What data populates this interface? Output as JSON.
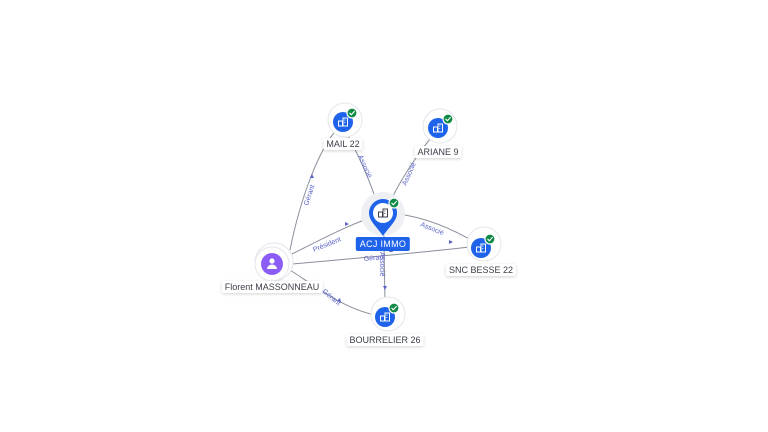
{
  "graph": {
    "center": "ACJ IMMO",
    "person": "Florent MASSONNEAU",
    "companies": [
      "MAIL 22",
      "ARIANE 9",
      "SNC BESSE 22",
      "BOURRELIER 26"
    ],
    "relations": {
      "gerant1": "Gérant",
      "president": "Président",
      "gerant2": "Gérant",
      "gerant3": "Gérant",
      "associe_mail": "Associé",
      "associe_ariane": "Associé",
      "associe_besse": "Associé",
      "associe_bourrelier": "Associé"
    }
  },
  "icons": {
    "company": "building-icon",
    "person": "person-icon",
    "verified": "check-icon"
  },
  "colors": {
    "company": "#1e63e9",
    "person": "#8b5cf6",
    "verified": "#0f8a45",
    "relation_label": "#5b63c9"
  }
}
